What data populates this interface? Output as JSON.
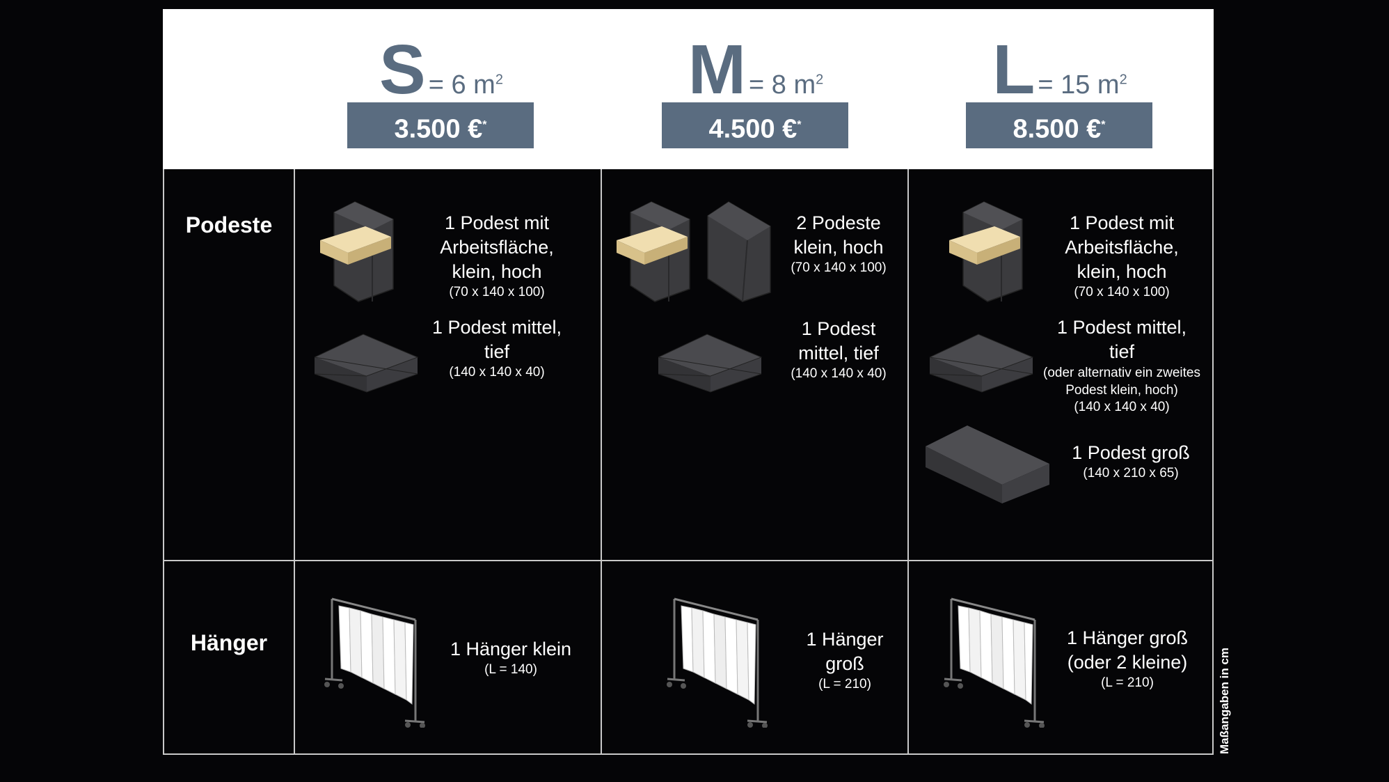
{
  "sizes": [
    {
      "letter": "S",
      "area": "= 6 m",
      "exp": "2",
      "price": "3.500 €",
      "price_mark": "*"
    },
    {
      "letter": "M",
      "area": "= 8 m",
      "exp": "2",
      "price": "4.500 €",
      "price_mark": "*"
    },
    {
      "letter": "L",
      "area": "= 15 m",
      "exp": "2",
      "price": "8.500 €",
      "price_mark": "*"
    }
  ],
  "rows": {
    "podeste": "Podeste",
    "haenger": "Hänger"
  },
  "podeste": {
    "s": {
      "item1": {
        "lines": [
          "1 Podest mit",
          "Arbeitsfläche,",
          "klein, hoch"
        ],
        "dim": "(70 x 140 x 100)"
      },
      "item2": {
        "lines": [
          "1 Podest mittel,",
          "tief"
        ],
        "dim": "(140 x 140 x 40)"
      }
    },
    "m": {
      "item1": {
        "lines": [
          "2 Podeste",
          "klein, hoch"
        ],
        "dim": "(70 x 140 x 100)"
      },
      "item2": {
        "lines": [
          "1 Podest",
          "mittel, tief"
        ],
        "dim": "(140 x 140 x 40)"
      }
    },
    "l": {
      "item1": {
        "lines": [
          "1 Podest mit",
          "Arbeitsfläche,",
          "klein, hoch"
        ],
        "dim": "(70 x 140 x 100)"
      },
      "item2": {
        "lines": [
          "1 Podest mittel,",
          "tief"
        ],
        "sub": [
          "(oder alternativ ein zweites",
          "Podest klein, hoch)"
        ],
        "dim": "(140 x 140 x 40)"
      },
      "item3": {
        "lines": [
          "1 Podest groß"
        ],
        "dim": "(140 x 210 x 65)"
      }
    }
  },
  "haenger": {
    "s": {
      "lines": [
        "1 Hänger klein"
      ],
      "dim": "(L = 140)"
    },
    "m": {
      "lines": [
        "1 Hänger",
        "groß"
      ],
      "dim": "(L = 210)"
    },
    "l": {
      "lines": [
        "1 Hänger groß",
        "(oder 2 kleine)"
      ],
      "dim": "(L = 210)"
    }
  },
  "note": "Maßangaben in cm",
  "colors": {
    "accent": "#5a6c80",
    "background": "#050507",
    "wood": "#e8d3a0",
    "block": "#3a3a3c"
  }
}
